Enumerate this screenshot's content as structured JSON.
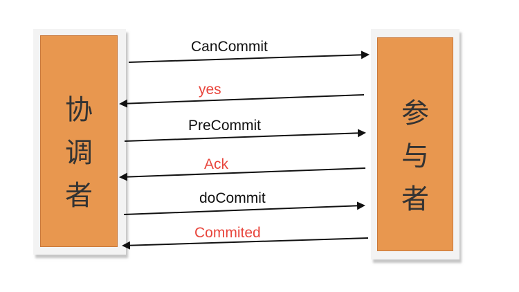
{
  "coordinator": {
    "chars": [
      "协",
      "调",
      "者"
    ]
  },
  "participant": {
    "chars": [
      "参",
      "与",
      "者"
    ]
  },
  "messages": [
    {
      "label": "CanCommit",
      "direction": "to-participant",
      "color": "#111111"
    },
    {
      "label": "yes",
      "direction": "to-coordinator",
      "color": "#e8453c"
    },
    {
      "label": "PreCommit",
      "direction": "to-participant",
      "color": "#111111"
    },
    {
      "label": "Ack",
      "direction": "to-coordinator",
      "color": "#e8453c"
    },
    {
      "label": "doCommit",
      "direction": "to-participant",
      "color": "#111111"
    },
    {
      "label": "Commited",
      "direction": "to-coordinator",
      "color": "#e8453c"
    }
  ],
  "colors": {
    "box_fill": "#e8974f",
    "arrow": "#111111",
    "reply_text": "#e8453c"
  }
}
